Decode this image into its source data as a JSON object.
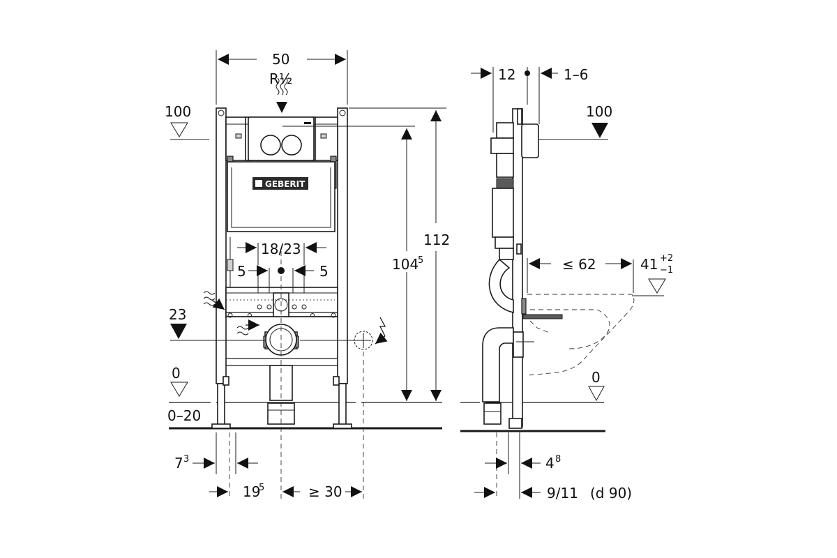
{
  "brand": "GEBERIT",
  "front": {
    "width": "50",
    "supply": "R½",
    "level_top": "100",
    "height_frame": "112",
    "height_actuator": "104",
    "height_actuator_sup": "5",
    "bolt_spacing": "18/23",
    "offset_left": "5",
    "offset_right": "5",
    "level_drain": "23",
    "level_floor": "0",
    "floor_range": "0–20",
    "foot_offset": "7",
    "foot_offset_sup": "3",
    "drain_offset": "19",
    "drain_offset_sup": "5",
    "power_distance": "≥ 30"
  },
  "side": {
    "offset_front": "12",
    "offset_back": "1–6",
    "level_top": "100",
    "bowl_projection": "≤ 62",
    "bowl_height": "41",
    "bowl_tol_plus": "+2",
    "bowl_tol_minus": "−1",
    "level_floor": "0",
    "frame_offset": "4",
    "frame_offset_sup": "8",
    "wall_depth": "9/11",
    "pipe_diameter": "(d 90)"
  }
}
